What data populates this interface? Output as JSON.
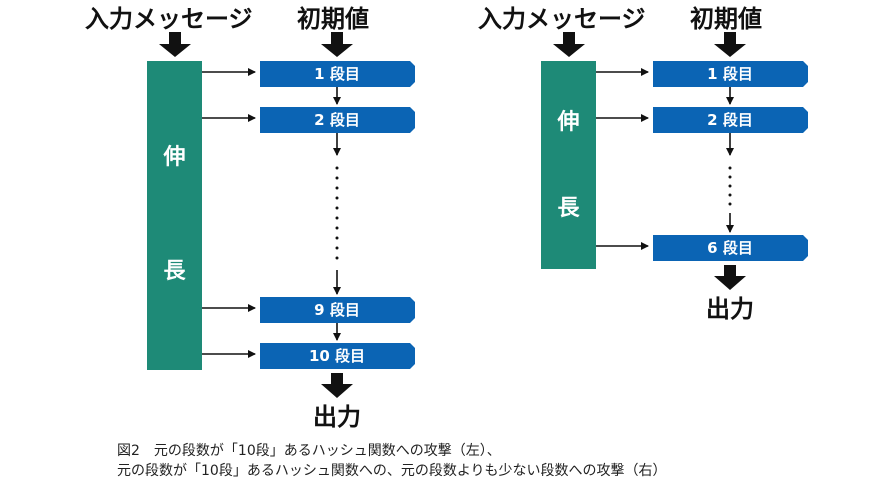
{
  "left": {
    "input_label": "入力メッセージ",
    "iv_label": "初期値",
    "extension_label_1": "伸",
    "extension_label_2": "長",
    "stages": [
      "1 段目",
      "2 段目",
      "9 段目",
      "10 段目"
    ],
    "output_label": "出力"
  },
  "right": {
    "input_label": "入力メッセージ",
    "iv_label": "初期値",
    "extension_label_1": "伸",
    "extension_label_2": "長",
    "stages": [
      "1 段目",
      "2 段目",
      "6 段目"
    ],
    "output_label": "出力"
  },
  "caption": {
    "line1": "図2　元の段数が「10段」あるハッシュ関数への攻撃（左）、",
    "line2": "元の段数が「10段」あるハッシュ関数への、元の段数よりも少ない段数への攻撃（右）"
  },
  "colors": {
    "extension_bar": "#1e8a77",
    "stage_box": "#0b64b4",
    "arrow": "#111111"
  }
}
